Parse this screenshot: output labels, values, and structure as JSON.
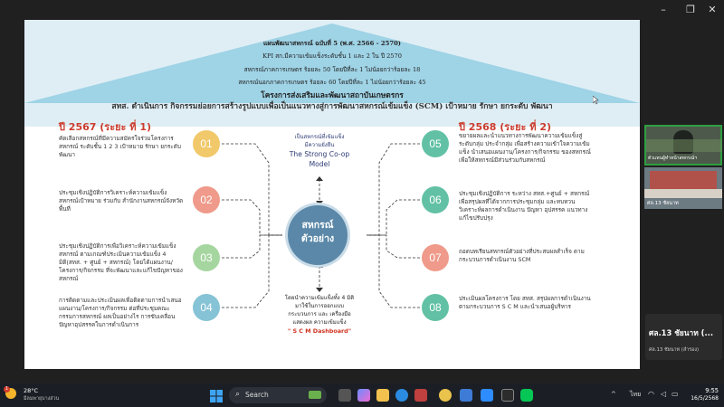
{
  "window": {
    "minimize": "–",
    "maximize": "❐",
    "close": "✕"
  },
  "slide": {
    "plan_title": "แผนพัฒนาสหกรณ์ ฉบับที่ 5 (พ.ศ. 2566 - 2570)",
    "kpi_lines": [
      "KPI สก.มีความเข้มแข็งระดับชั้น 1 และ 2 ใน ปี 2570",
      "สหกรณ์ภาคการเกษตร ร้อยละ 50 โดยปีที่ละ 1 ไม่น้อยกว่าร้อยละ 18",
      "สหกรณ์นอกภาคการเกษตร ร้อยละ 60 โดยปีที่ละ 1 ไม่น้อยกว่าร้อยละ 45"
    ],
    "project": "โครงการส่งเสริมและพัฒนาสถาบันเกษตรกร",
    "activity": "สทส. ดำเนินการ กิจกรรมย่อยการสร้างรูปแบบเพื่อเป็นแนวทางสู่การพัฒนาสหกรณ์เข้มแข็ง (SCM) เป้าหมาย รักษา ยกระดับ พัฒนา",
    "year_left": "ปี 2567 (ระยะ ที่ 1)",
    "year_right": "ปี 2568 (ระยะ ที่ 2)",
    "steps": [
      {
        "num": "01",
        "text": "คัดเลือกสหกรณ์ที่มีความสมัครใจร่วมโครงการ สหกรณ์ ระดับชั้น 1 2 3 เป้าหมาย รักษา ยกระดับ พัฒนา"
      },
      {
        "num": "02",
        "text": "ประชุมเชิงปฏิบัติการวิเคราะห์ความเข้มแข็งสหกรณ์เป้าหมาย ร่วมกับ สำนักงานสหกรณ์จังหวัดพื้นที่"
      },
      {
        "num": "03",
        "text": "ประชุมเชิงปฏิบัติการเพื่อวิเคราะห์ความเข้มแข็งสหกรณ์ ตามเกณฑ์ประเมินความเข้มแข็ง 4 มิติ(สทส. + ศูนย์ + สหกรณ์) โดยได้แผนงาน/โครงการ/กิจกรรม ที่จะพัฒนาและแก้ไขปัญหาของสหกรณ์"
      },
      {
        "num": "04",
        "text": "การติดตามและประเมินผลเพื่อติดตามการนำเสนอแผนงาน/โครงการ/กิจกรรม ต่อที่ประชุมคณะกรรมการสหกรณ์ ผลเป็นอย่างไร การขับเคลื่อน ปัญหาอุปสรรคในการดำเนินการ"
      },
      {
        "num": "05",
        "text": "ขยายผลและนำแนวทางการพัฒนาความเข้มแข็งสู่ระดับกลุ่ม ประจำกลุ่ม เพื่อสร้างความเข้าใจความเข้มแข็ง นำเสนอแผนงาน/โครงการ/กิจกรรม ของสหกรณ์เพื่อให้สหกรณ์มีส่วนร่วมกับสหกรณ์"
      },
      {
        "num": "06",
        "text": "ประชุมเชิงปฏิบัติการ ระหว่าง สทส.+ศูนย์ + สหกรณ์ เพื่อสรุปผลที่ได้จากการประชุมกลุ่ม และทบทวน วิเคราะห์ผลการดำเนินงาน ปัญหา อุปสรรค แนวทางแก้ไขปรับปรุง"
      },
      {
        "num": "07",
        "text": "ถอดบทเรียนสหกรณ์ตัวอย่างที่ประสบผลสำเร็จ ตามกระบวนการดำเนินงาน SCM"
      },
      {
        "num": "08",
        "text": "ประเมินผลโครงการ โดย สทส. สรุปผลการดำเนินงานตามกระบวนการ S C M และนำเสนอผู้บริหาร"
      }
    ],
    "model_top": [
      "เป็นสหกรณ์ที่เข้มแข็ง",
      "มีความยั่งยืน",
      "The Strong Co-op",
      "Model"
    ],
    "center": [
      "สหกรณ์",
      "ตัวอย่าง"
    ],
    "model_bottom": [
      "โดยนำความเข้มแข็งทั้ง 4 มิติ",
      "มาใช้ในการออกแบบ",
      "กระบวนการ และ เครื่องมือ",
      "แสดงผล ความเข้มแข็ง"
    ],
    "dashboard": "\" S C M Dashboard\""
  },
  "meeting": {
    "video1_label": "ตัวแทนผู้ทำหน้าสหกรณ์ฯ",
    "video2_label": "ศล.13 ชัยนาท",
    "participant_name": "ศล.13 ชัยนาท (...",
    "participant_sub": "ศล.13 ชัยนาท (ลำรอง)"
  },
  "taskbar": {
    "weather_temp": "28°C",
    "weather_desc": "มีลมพายุบางส่วน",
    "weather_badge": "1",
    "search_placeholder": "Search",
    "lang": "ไทย",
    "time": "9:55",
    "date": "16/5/2568"
  },
  "colors": {
    "accent": "#2f9e41",
    "year": "#cc3c2e"
  }
}
